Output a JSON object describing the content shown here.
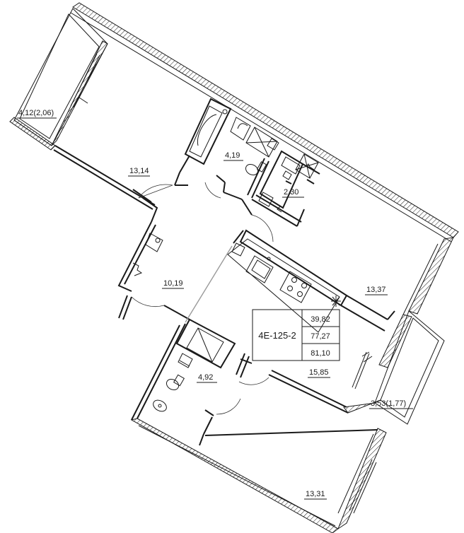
{
  "plan": {
    "apartment_code": "4E-125-2",
    "summary": {
      "living_area": "39,82",
      "total_area": "77,27",
      "gross_area": "81,10"
    },
    "rooms": [
      {
        "id": "balcony-top-left",
        "area": "4,12(2,06)"
      },
      {
        "id": "bedroom-top",
        "area": "13,14"
      },
      {
        "id": "bathroom-top",
        "area": "4,19"
      },
      {
        "id": "wardrobe",
        "area": "2,30"
      },
      {
        "id": "hallway",
        "area": "10,19"
      },
      {
        "id": "bedroom-right",
        "area": "13,37"
      },
      {
        "id": "kitchen-living",
        "area": "15,85"
      },
      {
        "id": "bathroom-bottom",
        "area": "4,92"
      },
      {
        "id": "balcony-right",
        "area": "3,53(1,77)"
      },
      {
        "id": "bedroom-bottom",
        "area": "13,31"
      }
    ]
  }
}
